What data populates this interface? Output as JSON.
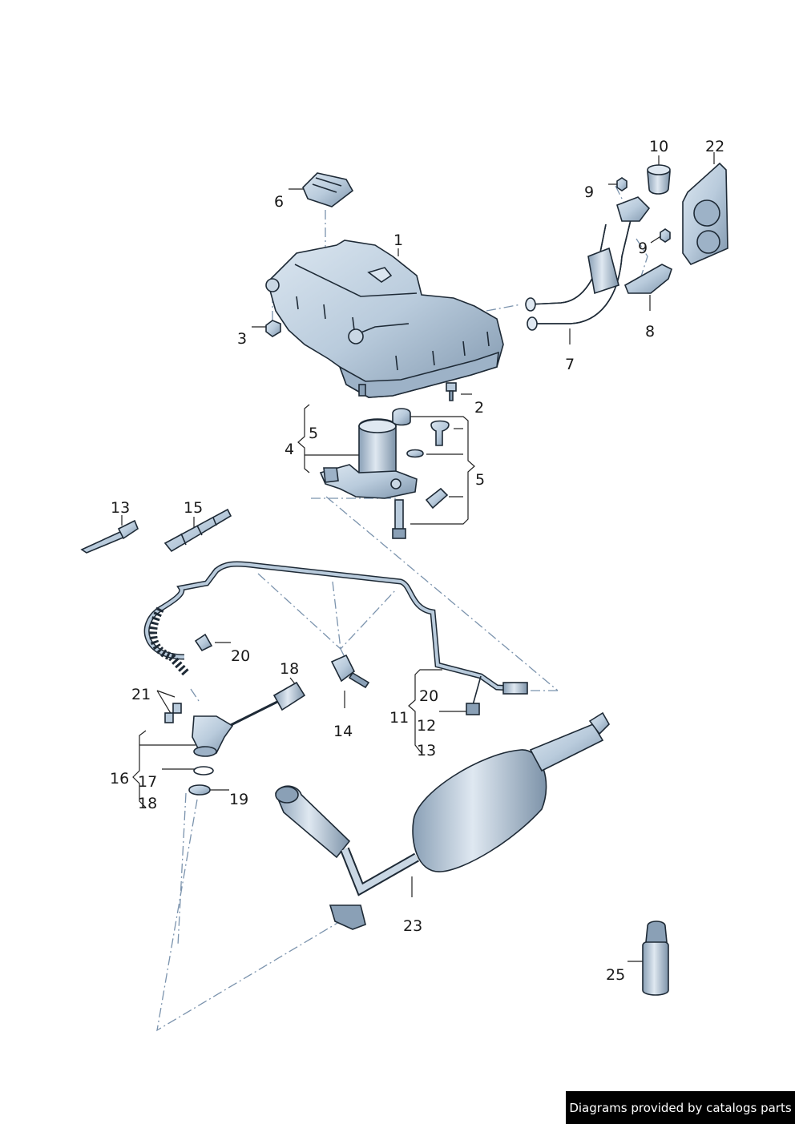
{
  "parts": [
    {
      "id": "p1",
      "label": "1"
    },
    {
      "id": "p2",
      "label": "2"
    },
    {
      "id": "p3",
      "label": "3"
    },
    {
      "id": "p4",
      "label": "4"
    },
    {
      "id": "p5a",
      "label": "5"
    },
    {
      "id": "p5b",
      "label": "5"
    },
    {
      "id": "p6",
      "label": "6"
    },
    {
      "id": "p7",
      "label": "7"
    },
    {
      "id": "p8",
      "label": "8"
    },
    {
      "id": "p9a",
      "label": "9"
    },
    {
      "id": "p9b",
      "label": "9"
    },
    {
      "id": "p10",
      "label": "10"
    },
    {
      "id": "p11",
      "label": "11"
    },
    {
      "id": "p12",
      "label": "12"
    },
    {
      "id": "p13a",
      "label": "13"
    },
    {
      "id": "p13b",
      "label": "13"
    },
    {
      "id": "p14",
      "label": "14"
    },
    {
      "id": "p15",
      "label": "15"
    },
    {
      "id": "p16",
      "label": "16"
    },
    {
      "id": "p17",
      "label": "17"
    },
    {
      "id": "p18a",
      "label": "18"
    },
    {
      "id": "p18b",
      "label": "18"
    },
    {
      "id": "p19",
      "label": "19"
    },
    {
      "id": "p20a",
      "label": "20"
    },
    {
      "id": "p20b",
      "label": "20"
    },
    {
      "id": "p21",
      "label": "21"
    },
    {
      "id": "p22",
      "label": "22"
    },
    {
      "id": "p23",
      "label": "23"
    },
    {
      "id": "p25",
      "label": "25"
    }
  ],
  "credit": "Diagrams provided by catalogs parts",
  "colors": {
    "part_fill": "#b9cbdc",
    "part_shade": "#8aa0b6",
    "outline": "#1e2a36",
    "dash_line": "#7b93ad"
  }
}
